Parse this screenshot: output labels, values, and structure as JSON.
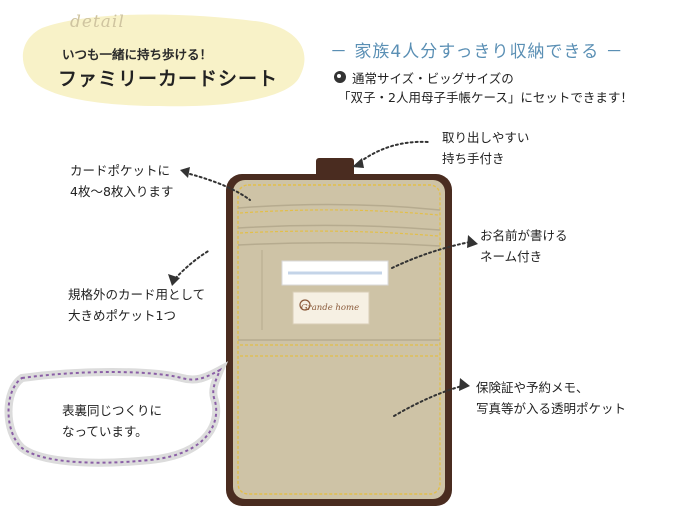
{
  "header": {
    "detail_word": "detail",
    "tagline": "いつも一緒に持ち歩ける！",
    "title": "ファミリーカードシート"
  },
  "feature_heading": "－ 家族4人分すっきり収納できる －",
  "notes": {
    "line1": "通常サイズ・ビッグサイズの",
    "line2": "「双子・2人用母子手帳ケース」にセットできます！"
  },
  "callouts": {
    "handle": [
      "取り出しやすい",
      "持ち手付き"
    ],
    "name_tag": [
      "お名前が書ける",
      "ネーム付き"
    ],
    "card_pockets": [
      "カードポケットに",
      "4枚～8枚入ります"
    ],
    "big_pocket": [
      "規格外のカード用として",
      "大きめポケット1つ"
    ],
    "clear_pocket": [
      "保険証や予約メモ、",
      "写真等が入る透明ポケット"
    ],
    "both_sides": [
      "表裏同じつくりに",
      "なっています。"
    ]
  },
  "brand_label": "Grande home",
  "colors": {
    "heading_blue": "#5a8fb4",
    "blob_yellow": "#f8f2c8",
    "body_beige": "#cec3a6",
    "trim_brown": "#4a2c20",
    "stitch_yellow": "#e2bf4a",
    "speech_purple": "#8a5ea6"
  }
}
